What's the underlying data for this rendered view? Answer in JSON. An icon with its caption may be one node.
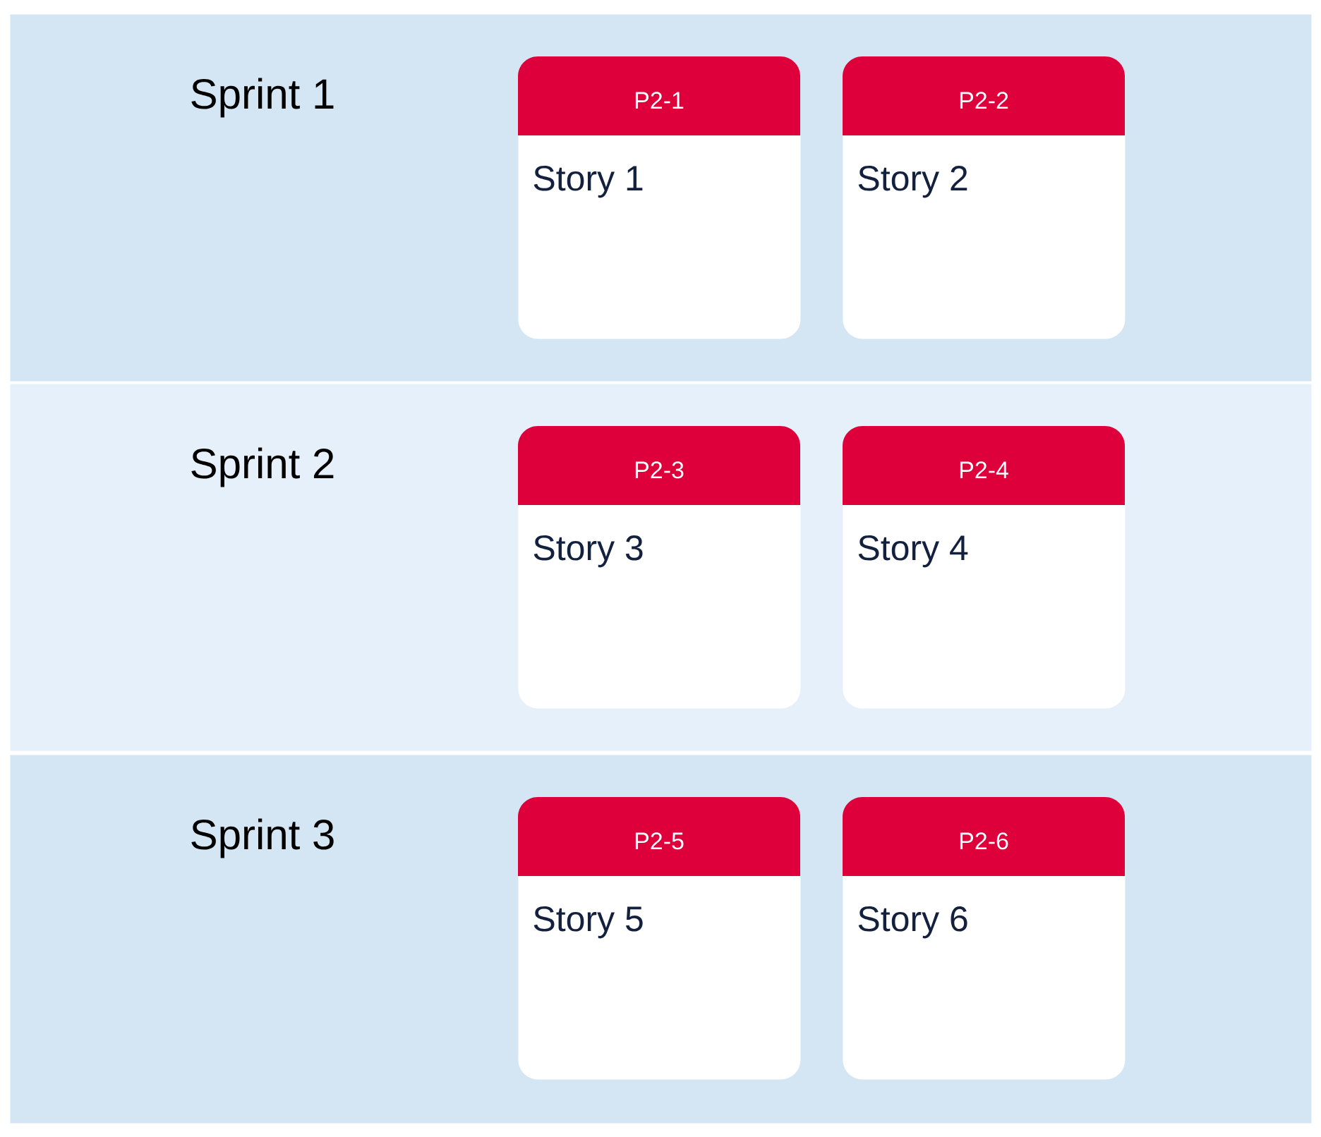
{
  "diagram": {
    "nodes": [
      {
        "text": [
          "Sprint 1"
        ]
      },
      {
        "text": [
          "P2-1",
          "Story 1"
        ],
        "in": 0
      },
      {
        "text": [
          "P2-2",
          "Story 2"
        ],
        "in": 0
      },
      {
        "text": [
          "Sprint 2"
        ]
      },
      {
        "text": [
          "P2-3",
          "Story 3"
        ],
        "in": 3
      },
      {
        "text": [
          "P2-4",
          "Story 4"
        ],
        "in": 3
      },
      {
        "text": [
          "Sprint 3"
        ]
      },
      {
        "text": [
          "P2-5",
          "Story 5"
        ],
        "in": 6
      },
      {
        "text": [
          "P2-6",
          "Story 6"
        ],
        "in": 6
      }
    ]
  }
}
